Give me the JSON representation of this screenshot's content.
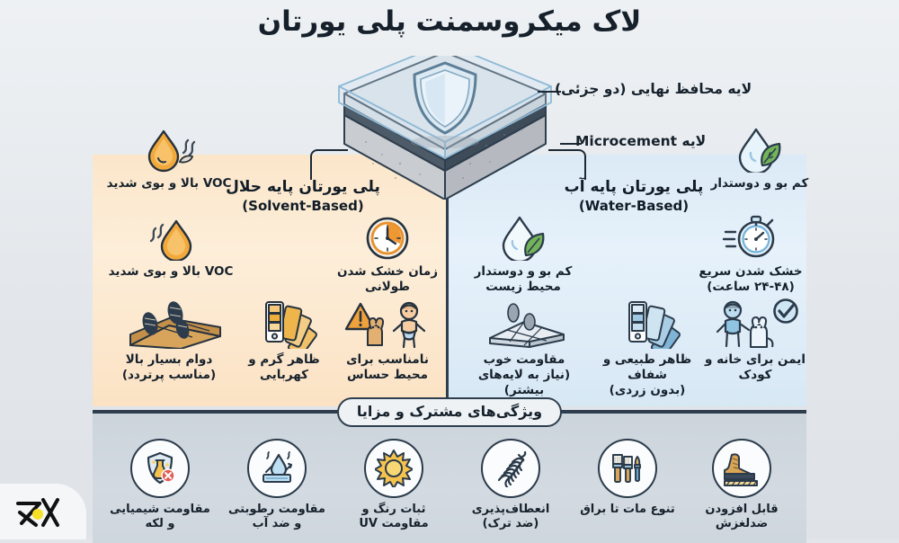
{
  "title": "لاک میکروسمنت پلی یورتان",
  "colors": {
    "background": "#e2e6ea",
    "left_panel": "#fbe6ca",
    "right_panel": "#dbeaf6",
    "bottom_panel": "#ccd4dc",
    "outline": "#2e3e4e",
    "text": "#16212c",
    "orange_accent": "#efa13c",
    "blue_accent": "#6cb7dd",
    "green_accent": "#72b55b",
    "yellow_accent": "#f7d045"
  },
  "diagram": {
    "callouts": [
      {
        "id": "topcoat",
        "label": "لایه محافظ نهایی (دو جزئی)"
      },
      {
        "id": "microcement",
        "label": "لایه Microcement"
      }
    ],
    "shield_icon": "shield-icon"
  },
  "left_panel": {
    "heading_fa": "پلی یورتان پایه حلال",
    "heading_en": "(Solvent-Based)",
    "items": [
      {
        "icon": "oil-drop-odor-icon",
        "label": "VOC بالا و بوی شدید"
      },
      {
        "icon": "oil-drop-odor-icon",
        "label": "VOC بالا و بوی شدید"
      },
      {
        "icon": "clock-icon",
        "label": "زمان خشک شدن\nطولانی"
      },
      {
        "icon": "footprints-floor-icon",
        "label": "دوام بسیار بالا\n(مناسب پرتردد)"
      },
      {
        "icon": "color-fan-warm-icon",
        "label": "ظاهر گرم و\nکهربایی"
      },
      {
        "icon": "warning-child-pet-icon",
        "label": "نامناسب برای\nمحیط حساس"
      }
    ]
  },
  "right_panel": {
    "heading_fa": "پلی یورتان پایه آب",
    "heading_en": "(Water-Based)",
    "items": [
      {
        "icon": "water-drop-leaf-icon",
        "label": "کم بو و دوستدار"
      },
      {
        "icon": "water-drop-leaf-icon",
        "label": "کم بو و دوستدار\nمحیط زیست"
      },
      {
        "icon": "stopwatch-icon",
        "label": "خشک شدن سریع\n(۲۴-۴۸ ساعت)"
      },
      {
        "icon": "footprints-floor-icon",
        "label": "مقاومت خوب\n(نیاز به لایه‌های بیشتر)"
      },
      {
        "icon": "color-fan-cool-icon",
        "label": "ظاهر طبیعی و شفاف\n(بدون زردی)"
      },
      {
        "icon": "child-pet-check-icon",
        "label": "ایمن برای خانه و\nکودک"
      }
    ]
  },
  "bottom_band": {
    "title": "ویژگی‌های مشترک و مزایا",
    "items": [
      {
        "icon": "chemical-shield-icon",
        "label": "مقاومت شیمیایی\nو لکه"
      },
      {
        "icon": "water-repellent-icon",
        "label": "مقاومت رطوبتی\nو ضد آب"
      },
      {
        "icon": "sun-uv-icon",
        "label": "ثبات رنگ و\nمقاومت UV"
      },
      {
        "icon": "spring-flex-icon",
        "label": "انعطاف‌پذیری\n(ضد ترک)"
      },
      {
        "icon": "brushes-icon",
        "label": "تنوع مات تا براق"
      },
      {
        "icon": "boot-antislip-icon",
        "label": "قابل افزودن\nضدلغزش"
      }
    ]
  },
  "watermark": {
    "icon": "brand-logo-icon"
  }
}
